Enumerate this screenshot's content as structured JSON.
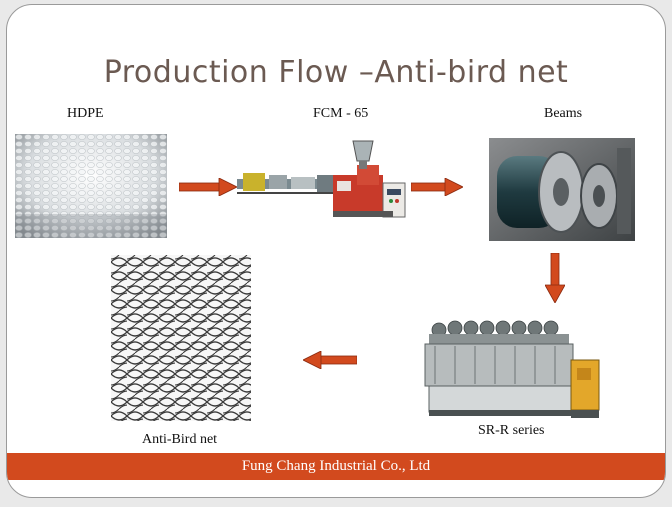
{
  "slide": {
    "title": "Production Flow –Anti-bird net",
    "footer": "Fung Chang Industrial Co., Ltd"
  },
  "steps": {
    "hdpe": "HDPE",
    "fcm": "FCM - 65",
    "beams": "Beams",
    "sr_r": "SR-R series",
    "anti_bird": "Anti-Bird net"
  },
  "colors": {
    "accent": "#d24a1e",
    "title": "#6b5a52"
  }
}
